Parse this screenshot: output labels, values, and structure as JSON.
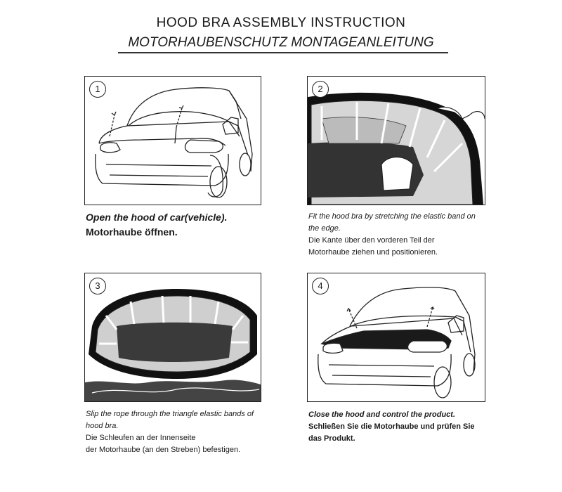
{
  "header": {
    "title_en": "HOOD BRA ASSEMBLY INSTRUCTION",
    "title_de": "MOTORHAUBENSCHUTZ MONTAGEANLEITUNG"
  },
  "steps": [
    {
      "number": "1",
      "caption_en": [
        "Open the hood of car(vehicle)."
      ],
      "caption_de": [
        "Motorhaube öffnen."
      ]
    },
    {
      "number": "2",
      "caption_en": [
        "Fit the hood bra by stretching the elastic band on",
        "the edge."
      ],
      "caption_de": [
        "Die  Kante über den vorderen Teil der",
        "Motorhaube ziehen und positionieren."
      ]
    },
    {
      "number": "3",
      "caption_en": [
        "Slip the rope through the triangle elastic bands of",
        "hood bra."
      ],
      "caption_de": [
        "Die  Schleufen  an der Innenseite",
        "der Motorhaube (an den Streben) befestigen."
      ]
    },
    {
      "number": "4",
      "caption_en": [
        "Close the hood and control the product."
      ],
      "caption_de": [
        "Schließen Sie die Motorhaube  und  prüfen Sie",
        "das Produkt."
      ]
    }
  ]
}
